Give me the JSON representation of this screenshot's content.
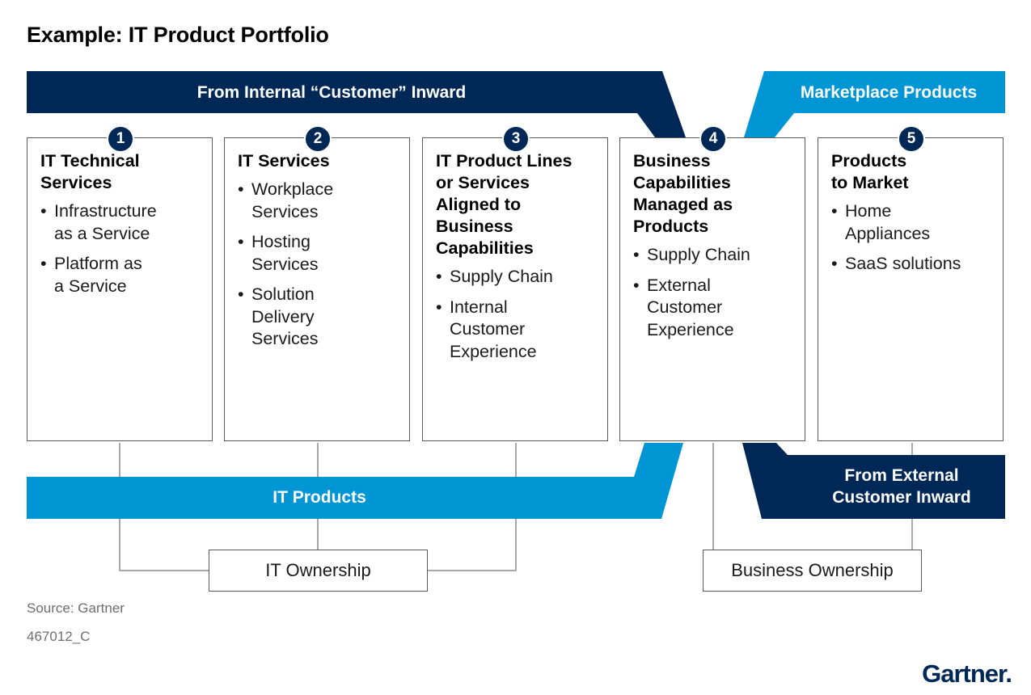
{
  "title": "Example: IT Product Portfolio",
  "bands": {
    "internal": "From Internal “Customer” Inward",
    "marketplace": "Marketplace Products",
    "it_products": "IT Products",
    "external": "From External\nCustomer Inward"
  },
  "columns": [
    {
      "number": "1",
      "title": "IT Technical\nServices",
      "items": [
        "Infrastructure\nas a Service",
        "Platform as\na Service"
      ]
    },
    {
      "number": "2",
      "title": "IT Services",
      "items": [
        "Workplace\nServices",
        "Hosting\nServices",
        "Solution\nDelivery\nServices"
      ]
    },
    {
      "number": "3",
      "title": "IT Product Lines\nor Services\nAligned to\nBusiness\nCapabilities",
      "items": [
        "Supply Chain",
        "Internal\nCustomer\nExperience"
      ]
    },
    {
      "number": "4",
      "title": "Business\nCapabilities\nManaged as\nProducts",
      "items": [
        "Supply Chain",
        "External\nCustomer\nExperience"
      ]
    },
    {
      "number": "5",
      "title": "Products\nto Market",
      "items": [
        "Home\nAppliances",
        "SaaS solutions"
      ]
    }
  ],
  "ownership": {
    "it": "IT Ownership",
    "business": "Business Ownership"
  },
  "source": "Source: Gartner",
  "code": "467012_C",
  "logo": "Gartner.",
  "colors": {
    "navy": "#002856",
    "sky": "#0096d6",
    "border": "#595959",
    "connector": "#8c8c8c"
  }
}
